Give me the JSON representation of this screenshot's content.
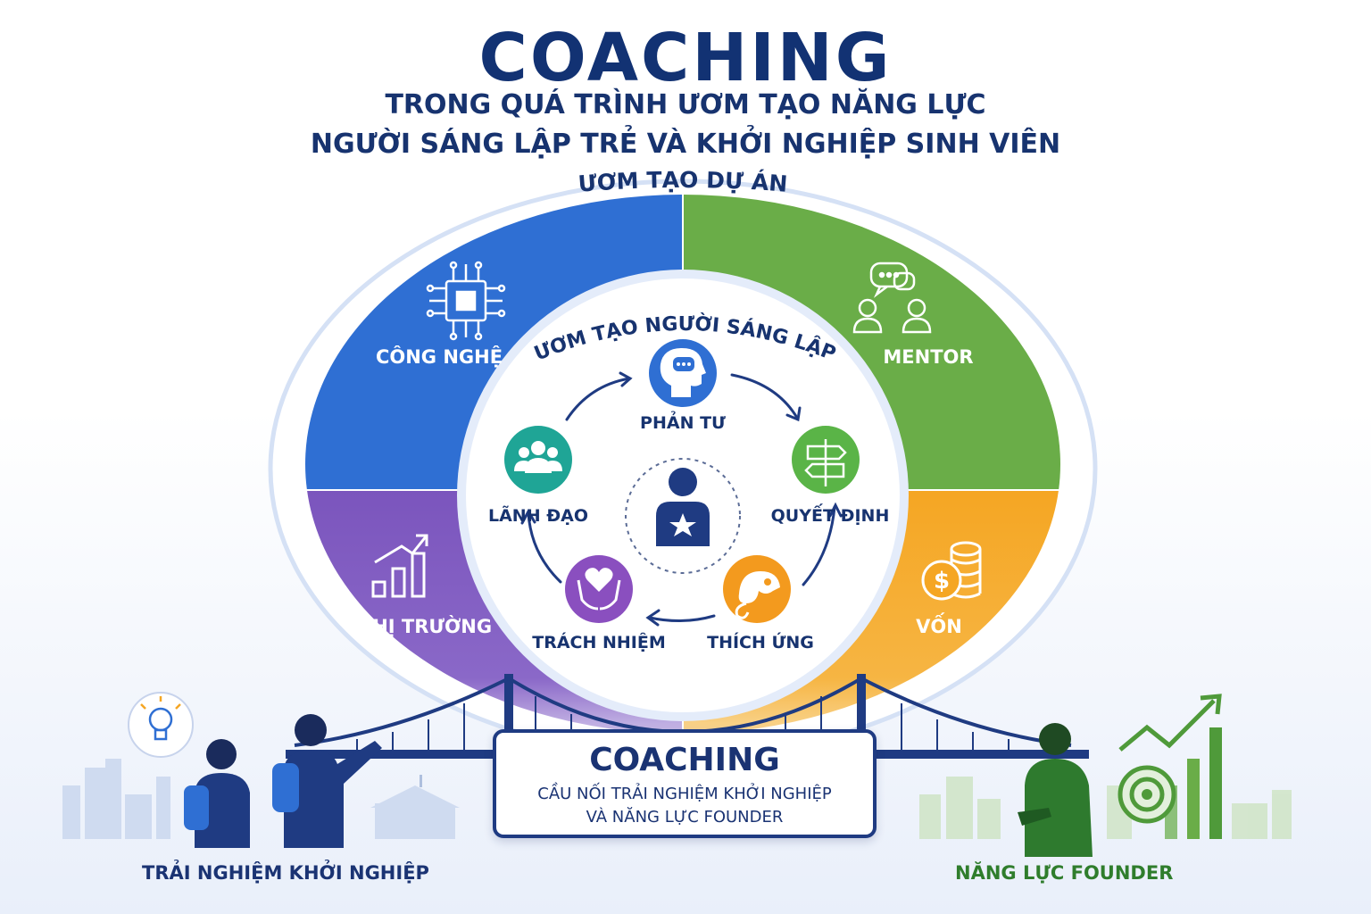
{
  "header": {
    "title": "COACHING",
    "subtitle_line1": "TRONG QUÁ TRÌNH ƯƠM TẠO NĂNG LỰC",
    "subtitle_line2": "NGƯỜI SÁNG LẬP TRẺ VÀ KHỞI NGHIỆP SINH VIÊN"
  },
  "outer_ring": {
    "label": "ƯƠM TẠO DỰ ÁN",
    "segments": [
      {
        "label": "CÔNG NGHỆ",
        "icon": "circuit-chip-icon",
        "color": "#2f6fd3"
      },
      {
        "label": "MENTOR",
        "icon": "mentor-chat-icon",
        "color": "#6aad48"
      },
      {
        "label": "THỊ TRƯỜNG",
        "icon": "growth-chart-icon",
        "color": "#7b55bd"
      },
      {
        "label": "VỐN",
        "icon": "coins-dollar-icon",
        "color": "#f4aa2a"
      }
    ]
  },
  "inner_circle": {
    "label": "ƯƠM TẠO NGƯỜI SÁNG LẬP",
    "center_icon": "founder-star-icon",
    "nodes": [
      {
        "label": "PHẢN TƯ",
        "icon": "reflection-head-icon",
        "color": "#2f6fd3"
      },
      {
        "label": "QUYẾT ĐỊNH",
        "icon": "signpost-icon",
        "color": "#5ab447"
      },
      {
        "label": "THÍCH ỨNG",
        "icon": "chameleon-icon",
        "color": "#f39a1e"
      },
      {
        "label": "TRÁCH NHIỆM",
        "icon": "heart-hands-icon",
        "color": "#8a4fbf"
      },
      {
        "label": "LÃNH ĐẠO",
        "icon": "team-icon",
        "color": "#1fa596"
      }
    ]
  },
  "bridge": {
    "title": "COACHING",
    "line1": "CẦU NỐI TRẢI NGHIỆM KHỞI NGHIỆP",
    "line2": "VÀ NĂNG LỰC FOUNDER"
  },
  "bottom": {
    "left_label": "TRẢI NGHIỆM KHỞI NGHIỆP",
    "right_label": "NĂNG LỰC FOUNDER",
    "left_color": "#1a3373",
    "right_color": "#2f7d2c"
  }
}
